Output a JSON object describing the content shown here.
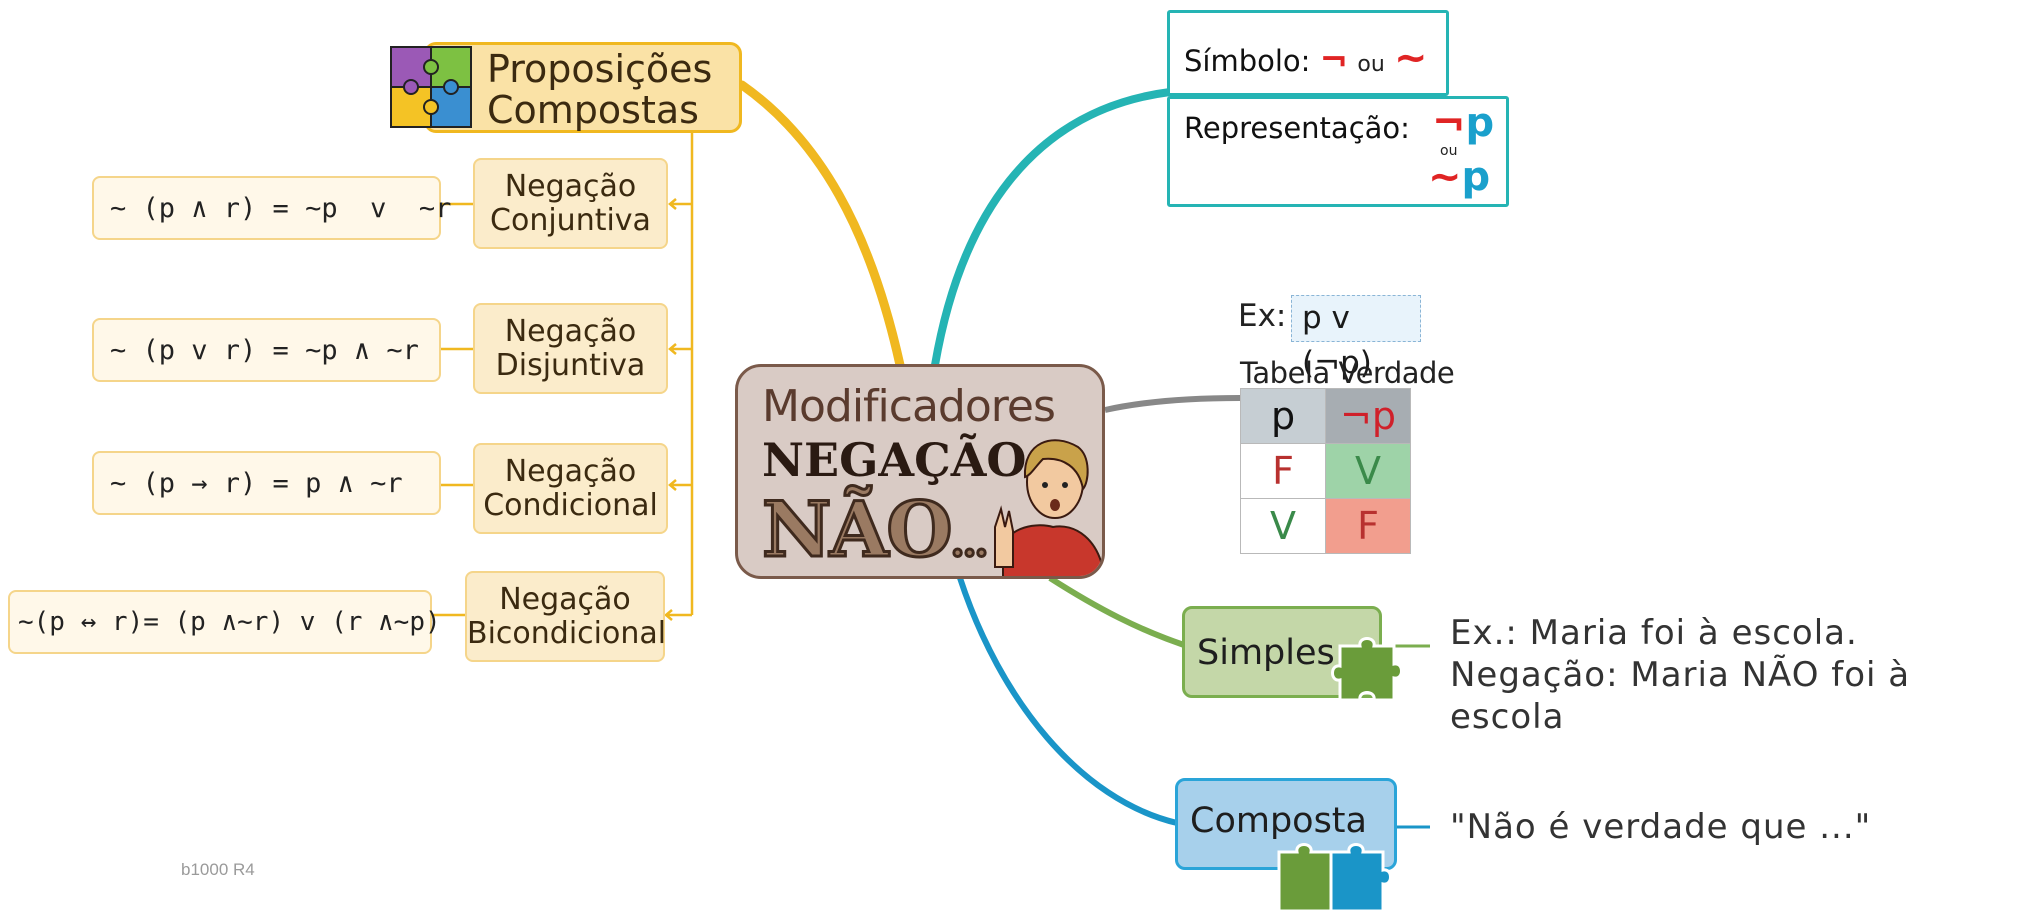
{
  "center": {
    "line1": "Modificadores",
    "line2": "NEGAÇÃO",
    "line3": "NÃO",
    "line3_dots": "...",
    "figure_icon": "person-gesturing-no-icon"
  },
  "compound_branch": {
    "title_line1": "Proposições",
    "title_line2": "Compostas",
    "icon": "puzzle-pieces-icon",
    "items": [
      {
        "label_line1": "Negação",
        "label_line2": "Conjuntiva",
        "formula": "~ (p ∧ r) = ~p  v  ~r"
      },
      {
        "label_line1": "Negação",
        "label_line2": "Disjuntiva",
        "formula": "~ (p v r) = ~p ∧ ~r"
      },
      {
        "label_line1": "Negação",
        "label_line2": "Condicional",
        "formula": "~ (p → r) = p ∧ ~r"
      },
      {
        "label_line1": "Negação",
        "label_line2": "Bicondicional",
        "formula": "~(p ↔ r)= (p ∧~r) v (r ∧~p)"
      }
    ]
  },
  "symbol_box": {
    "label": "Símbolo:",
    "sym1": "¬",
    "or": "ou",
    "sym2": "~"
  },
  "representation_box": {
    "label": "Representação:",
    "sym1": "¬",
    "p1": "p",
    "or": "ou",
    "sym2": "~",
    "p2": "p"
  },
  "example": {
    "label": "Ex:",
    "expression": "p v (¬p)",
    "table_title": "Tabela Verdade",
    "headers": [
      "p",
      "¬p"
    ],
    "rows": [
      [
        "F",
        "V"
      ],
      [
        "V",
        "F"
      ]
    ]
  },
  "simples": {
    "label": "Simples",
    "icon": "puzzle-piece-icon",
    "note_line1": "Ex.: Maria foi à escola.",
    "note_line2": "Negação: Maria NÃO foi à escola"
  },
  "composta": {
    "label": "Composta",
    "icon": "puzzle-pieces-icon",
    "note": "\"Não é verdade que ...\""
  },
  "footer": "b1000 R4",
  "colors": {
    "yellow": "#f0b820",
    "teal": "#25b4b4",
    "blue": "#1a95c8",
    "green": "#7bae4f",
    "gray": "#888888",
    "red": "#e02424"
  }
}
